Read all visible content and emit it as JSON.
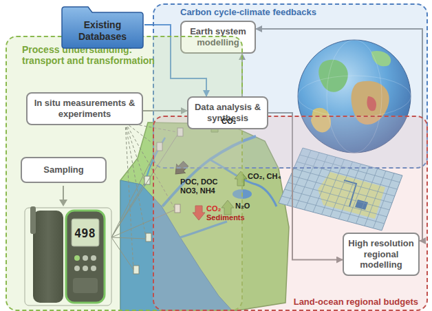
{
  "diagram": {
    "nodes": [
      {
        "text": [
          "Existing Databases"
        ]
      },
      {
        "text": [
          "Carbon cycle-climate feedbacks"
        ]
      },
      {
        "text": [
          "Earth system modelling"
        ],
        "in": 1
      },
      {
        "text": [
          "Process understanding: transport and transformation"
        ]
      },
      {
        "text": [
          "In situ measurements & experiments"
        ],
        "in": 3
      },
      {
        "text": [
          "Data analysis & synthesis"
        ]
      },
      {
        "text": [
          "Sampling"
        ],
        "in": 3
      },
      {
        "text": [
          "Land-ocean regional budgets"
        ]
      },
      {
        "text": [
          "High resolution regional modelling"
        ],
        "in": 7
      }
    ],
    "edges": [
      {
        "from": 0,
        "to": 5,
        "arrow": "to"
      },
      {
        "from": 4,
        "to": 5,
        "arrow": "to"
      },
      {
        "from": 5,
        "to": 2,
        "arrow": "to"
      },
      {
        "from": 5,
        "to": 8,
        "arrow": "to"
      },
      {
        "from": 8,
        "to": 2,
        "arrow": "both"
      }
    ],
    "labels": [
      "CO₂",
      "CO₂, CH₄",
      "POC, DOC",
      "NO3, NH4",
      "N₂O",
      "CO₂",
      "Sediments",
      "498"
    ]
  }
}
